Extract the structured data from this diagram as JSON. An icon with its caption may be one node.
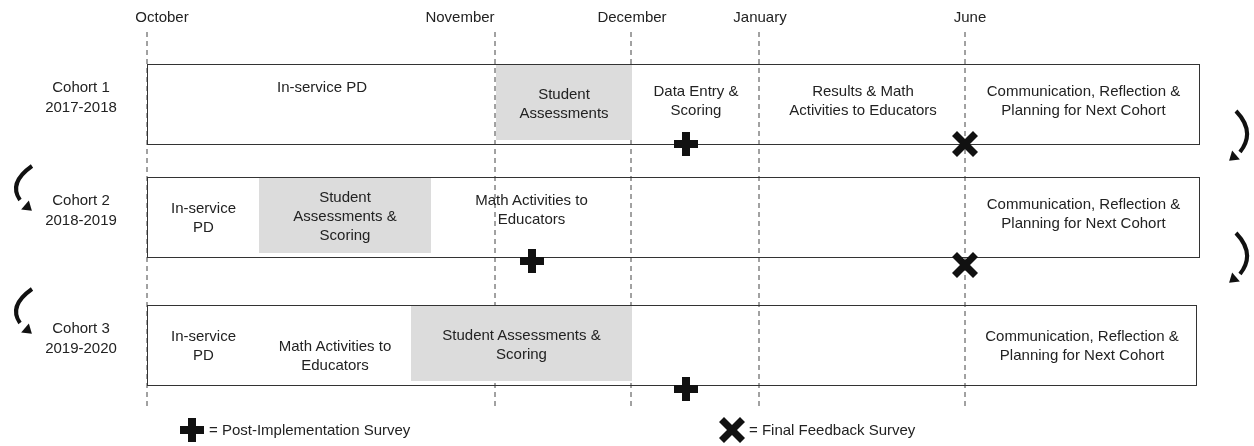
{
  "diagram": {
    "nodes": [
      {
        "text": [
          "Cohort 1 2017-2018"
        ]
      },
      {
        "text": [
          "In-service PD"
        ],
        "in": 0
      },
      {
        "text": [
          "Student Assessments"
        ],
        "in": 0
      },
      {
        "text": [
          "Data Entry & Scoring"
        ],
        "in": 0
      },
      {
        "text": [
          "Results & Math Activities to Educators"
        ],
        "in": 0
      },
      {
        "text": [
          "Communication, Reflection & Planning for Next Cohort"
        ],
        "in": 0
      },
      {
        "text": [
          "Cohort 2 2018-2019"
        ]
      },
      {
        "text": [
          "In-service PD"
        ],
        "in": 6
      },
      {
        "text": [
          "Student Assessments & Scoring"
        ],
        "in": 6
      },
      {
        "text": [
          "Math Activities to Educators"
        ],
        "in": 6
      },
      {
        "text": [
          "Communication, Reflection & Planning for Next Cohort"
        ],
        "in": 6
      },
      {
        "text": [
          "Cohort 3 2019-2020"
        ]
      },
      {
        "text": [
          "In-service PD"
        ],
        "in": 11
      },
      {
        "text": [
          "Math Activities to Educators"
        ],
        "in": 11
      },
      {
        "text": [
          "Student Assessments & Scoring"
        ],
        "in": 11
      },
      {
        "text": [
          "Communication, Reflection & Planning for Next Cohort"
        ],
        "in": 11
      }
    ],
    "edges": [],
    "labels": [
      "October",
      "November",
      "December",
      "January",
      "June"
    ],
    "legend": [
      {
        "text": "= Post-Implementation Survey"
      },
      {
        "text": "= Final Feedback Survey"
      }
    ]
  }
}
